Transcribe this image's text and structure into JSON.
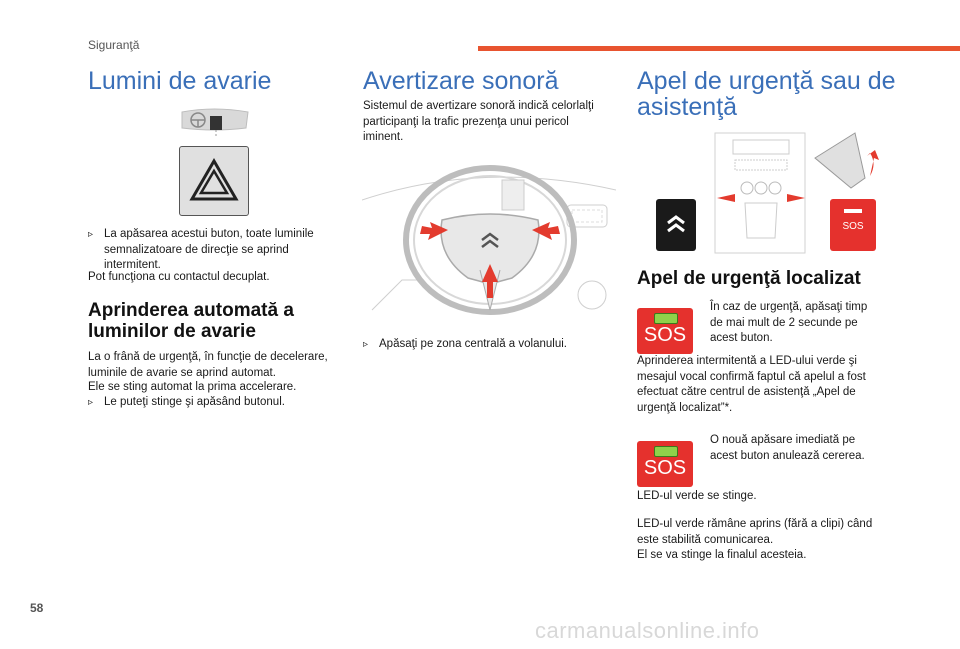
{
  "header": {
    "section": "Siguranţă"
  },
  "footer": {
    "page_number": "58",
    "watermark": "carmanualsonline.info"
  },
  "col1": {
    "title": "Lumini de avarie",
    "bullet1": "La apăsarea acestui buton, toate luminile semnalizatoare de direcţie se aprind intermitent.",
    "line1": "Pot funcţiona cu contactul decuplat.",
    "subtitle": "Aprinderea automată a luminilor de avarie",
    "para1": "La o frână de urgenţă, în funcţie de decelerare, luminile de avarie se aprind automat.",
    "para2": "Ele se sting automat la prima accelerare.",
    "bullet2": "Le puteţi stinge şi apăsând butonul."
  },
  "col2": {
    "title": "Avertizare sonoră",
    "intro": "Sistemul de avertizare sonoră indică celorlalţi participanţi la trafic prezenţa unui pericol iminent.",
    "bullet1": "Apăsaţi pe zona centrală a volanului."
  },
  "col3": {
    "title": "Apel de urgenţă sau de asistenţă",
    "subtitle": "Apel de urgenţă localizat",
    "sos_label": "SOS",
    "step1": "În caz de urgenţă, apăsaţi timp de mai mult de 2 secunde pe acest buton.",
    "para1": "Aprinderea intermitentă a LED-ului verde şi mesajul vocal confirmă faptul că apelul a fost efectuat către centrul de asistenţă „Apel de urgenţă localizat”*.",
    "step2": "O nouă apăsare imediată pe acest buton anulează cererea.",
    "para2": "LED-ul verde se stinge.",
    "para3a": "LED-ul verde rămâne aprins (fără a clipi) când este stabilită comunicarea.",
    "para3b": "El se va stinge la finalul acesteia."
  },
  "bullet_marker": "",
  "colors": {
    "heading_blue": "#3a6fb8",
    "accent_orange": "#e8542f",
    "sos_red": "#e5312d",
    "led_green": "#8fd14a"
  }
}
